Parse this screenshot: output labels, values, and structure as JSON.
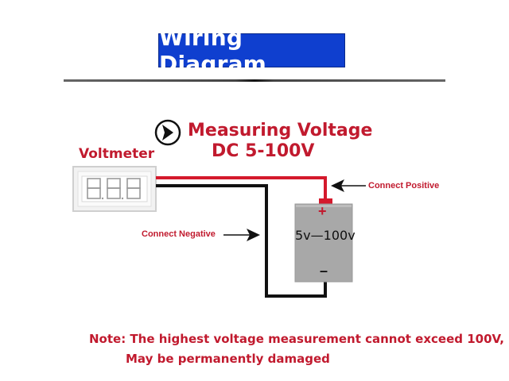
{
  "title": "Wiring Diagram",
  "measuring": {
    "line1": "Measuring Voltage",
    "line2": "DC 5-100V"
  },
  "voltmeter": {
    "label": "Voltmeter"
  },
  "labels": {
    "connect_positive": "Connect Positive",
    "connect_negative": "Connect Negative"
  },
  "battery": {
    "label": "5v—100v",
    "positive": "+",
    "negative": "–"
  },
  "note": {
    "line1": "Note: The highest voltage measurement cannot exceed 100V,",
    "line2": "May be permanently damaged"
  },
  "colors": {
    "title_bg": "#0f3fcf",
    "accent_red": "#c11a2e",
    "wire_red": "#d4192c",
    "wire_black": "#111111",
    "battery_gray": "#a8a8a8"
  },
  "icons": {
    "measuring": "chevron-right-circle-icon",
    "arrow_positive": "arrow-left-icon",
    "arrow_negative": "arrow-right-icon"
  }
}
